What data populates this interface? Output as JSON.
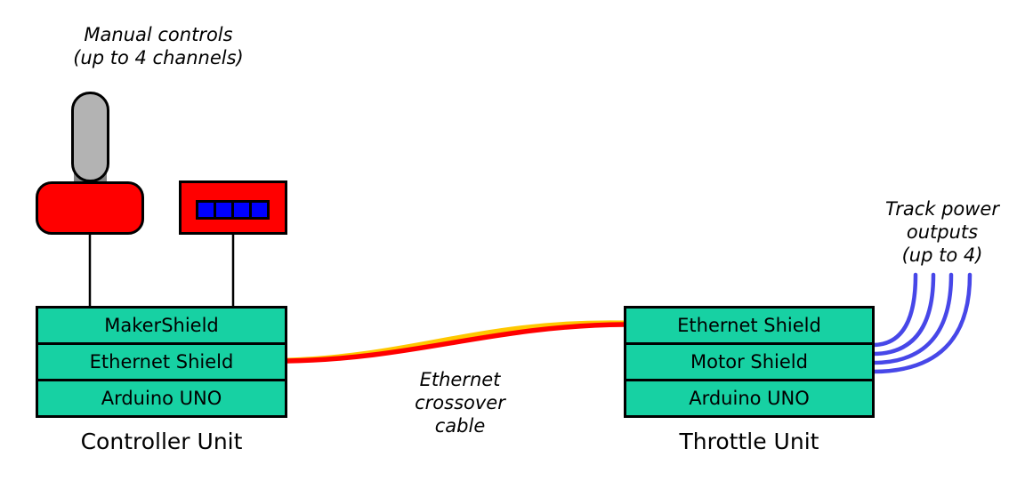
{
  "annotations": {
    "manual_controls": [
      "Manual controls",
      "(up to 4 channels)"
    ],
    "crossover_cable": [
      "Ethernet",
      "crossover",
      "cable"
    ],
    "track_power": [
      "Track power",
      "outputs",
      "(up to 4)"
    ]
  },
  "controller_unit": {
    "label": "Controller Unit",
    "layers": [
      "MakerShield",
      "Ethernet Shield",
      "Arduino UNO"
    ]
  },
  "throttle_unit": {
    "label": "Throttle Unit",
    "layers": [
      "Ethernet Shield",
      "Motor Shield",
      "Arduino UNO"
    ]
  },
  "colors": {
    "board_green": "#17D1A3",
    "device_red": "#FF0000",
    "led_blue": "#0000FF",
    "cable_red": "#FF0000",
    "cable_yellow": "#FFC800",
    "wire_blue": "#4747E8",
    "stick_gray": "#B3B3B3",
    "socket_gray": "#848484",
    "outline": "#000000"
  }
}
